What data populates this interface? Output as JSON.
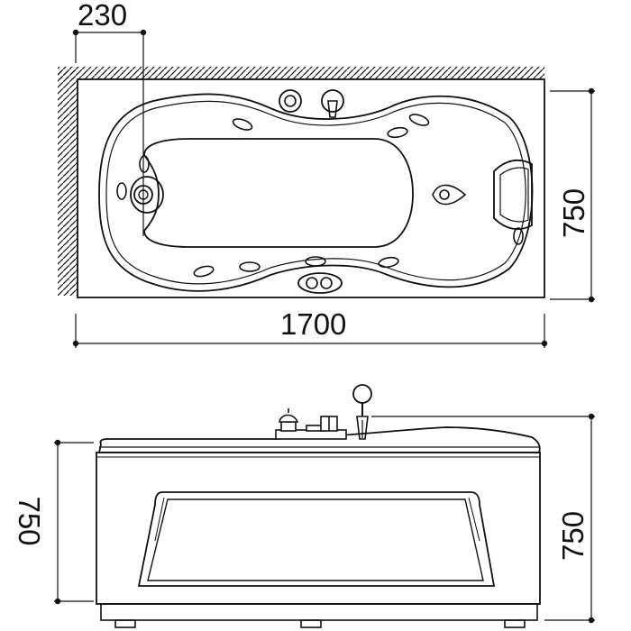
{
  "dimensions": {
    "faucet_offset": "230",
    "length": "1700",
    "width": "750",
    "front_height": "750",
    "side_height": "750"
  },
  "colors": {
    "line": "#111111",
    "background": "#ffffff"
  },
  "icons": {
    "waste_drain": "drain-knob-icon",
    "spout": "faucet-spout-icon",
    "overflow": "overflow-drain-icon",
    "headrest": "headrest-pillow-icon",
    "control_panel": "control-panel-icon",
    "hand_shower": "hand-shower-icon"
  }
}
